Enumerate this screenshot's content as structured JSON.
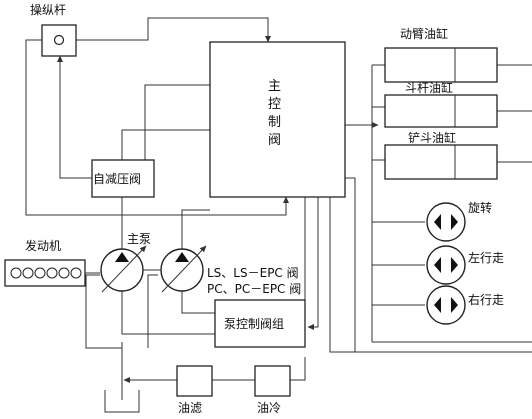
{
  "labels": {
    "joystick": "操纵杆",
    "main_valve": [
      "主",
      "控",
      "制",
      "阀"
    ],
    "pressure_reducing_valve": "自减压阀",
    "engine": "发动机",
    "main_pump": "主泵",
    "valves_line1": "LS、LS－EPC 阀",
    "valves_line2": "PC、PC－EPC 阀",
    "pump_control_group": "泵控制阀组",
    "oil_filter": "油滤",
    "oil_cooler": "油冷",
    "boom_cylinder": "动臂油缸",
    "arm_cylinder": "斗杆油缸",
    "bucket_cylinder": "铲斗油缸",
    "swing": "旋转",
    "travel_left": "左行走",
    "travel_right": "右行走"
  }
}
